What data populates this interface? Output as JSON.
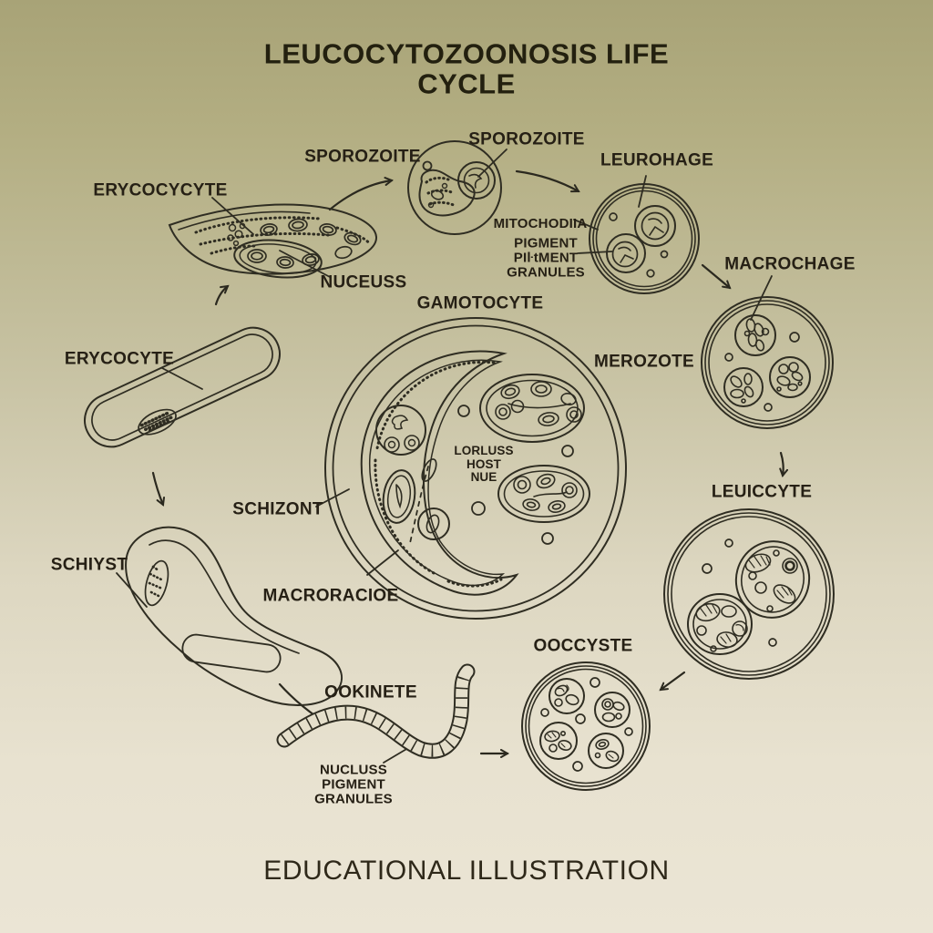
{
  "title": "LEUCOCYTOZOONOSIS LIFE CYCLE",
  "footer": "EDUCATIONAL ILLUSTRATION",
  "colors": {
    "background_top": "#a8a377",
    "background_bottom": "#ebe5d5",
    "line_art": "#2f2d22",
    "text": "#262015"
  },
  "labels": {
    "sporozoite_left": "SPOROZOITE",
    "sporozoite_top": "SPOROZOITE",
    "leurohage": "LEUROHAGE",
    "mitochodiia": "MITOCHODIIA",
    "pigment_granules": "PIGMENT\nPIŀtMENT\nGRANULES",
    "erycocycyte": "ERYCOCYCYTE",
    "nuceuss": "NUCEUSS",
    "erycocyte": "ERYCOCYTE",
    "gamotocyte": "GAMOTOCYTE",
    "schizont": "SCHIZONT",
    "macroracioe": "MACRORACIOE",
    "lorluss_host_nue": "LORLUSS\nHOST\nNUE",
    "merozote": "MEROZOTE",
    "macrochage": "MACROCHAGE",
    "leuiccyte": "LEUICCYTE",
    "ooccyste": "OOCCYSTE",
    "ookinete": "OOKINETE",
    "nucluss_pigment_granules": "NUCLUSS\nPIGMENT\nGRANULES",
    "schiyst": "SCHIYST"
  }
}
